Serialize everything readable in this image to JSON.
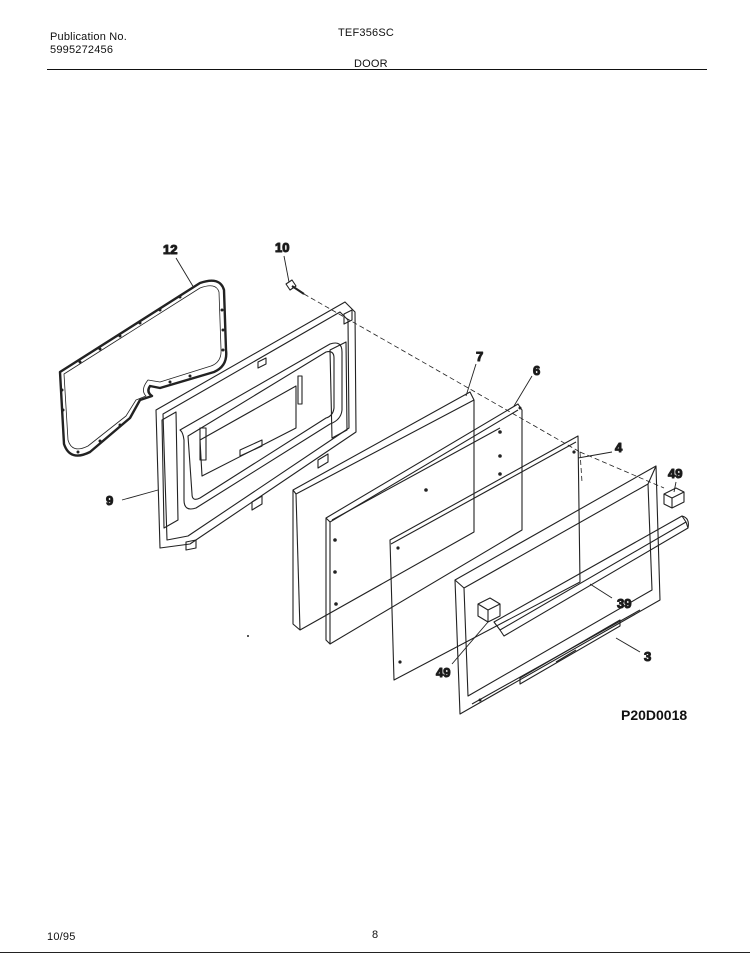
{
  "header": {
    "publication_label": "Publication No.",
    "publication_number": "5995272456",
    "model": "TEF356SC",
    "section_title": "DOOR"
  },
  "diagram": {
    "callouts": {
      "gasket": "12",
      "screw": "10",
      "inner_door": "9",
      "insulation": "7",
      "panel": "6",
      "glass": "4",
      "clip_top": "49",
      "handle": "39",
      "clip_bottom": "49",
      "outer_frame": "3"
    },
    "drawing_code": "P20D0018"
  },
  "footer": {
    "date": "10/95",
    "page": "8"
  }
}
